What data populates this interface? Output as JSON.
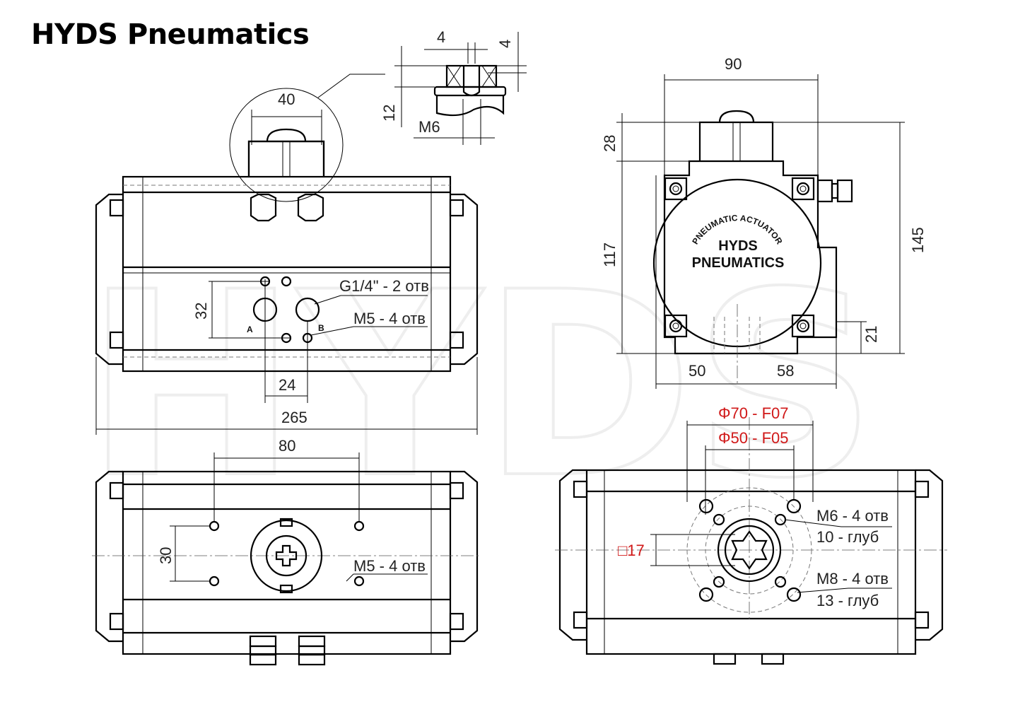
{
  "title": "HYDS Pneumatics",
  "watermark": "HYDS",
  "logo": {
    "arc_text": "PNEUMATIC ACTUATOR",
    "line1": "HYDS",
    "line2": "PNEUMATICS"
  },
  "detail_view": {
    "dim_slot_width": "4",
    "dim_slot_depth": "4",
    "dim_height": "12",
    "thread": "M6",
    "dim_circle_width": "40"
  },
  "front_view": {
    "port_note": "G1/4\" - 2 отв",
    "thread_note": "M5 - 4 отв",
    "dim_port_vertical": "32",
    "dim_port_horizontal": "24",
    "dim_overall_length": "265",
    "port_a": "A",
    "port_b": "B"
  },
  "side_view": {
    "dim_width": "90",
    "dim_top": "28",
    "dim_body": "117",
    "dim_total": "145",
    "dim_bottom": "21",
    "dim_left": "50",
    "dim_right": "58"
  },
  "top_view": {
    "dim_hole_spacing": "80",
    "dim_vertical": "30",
    "thread_note": "M5 - 4 отв"
  },
  "bottom_view": {
    "flange_f07": "Φ70 - F07",
    "flange_f05": "Φ50 - F05",
    "square": "□17",
    "m6_note": "M6 - 4 отв",
    "m6_depth": "10 - глуб",
    "m8_note": "M8 - 4 отв",
    "m8_depth": "13 - глуб"
  },
  "colors": {
    "line": "#000000",
    "iso_flange_label": "#d01818",
    "watermark": "#eeeeee"
  }
}
